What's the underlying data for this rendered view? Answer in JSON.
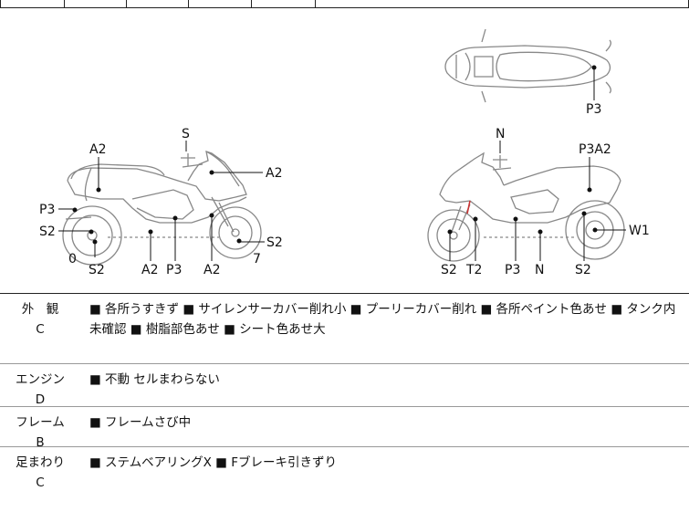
{
  "diagram": {
    "side_left_labels": {
      "a2_top": "A2",
      "s_top": "S",
      "a2_right": "A2",
      "p3_left": "P3",
      "s2_left": "S2",
      "s2_right": "S2",
      "zero": "0",
      "s2_bottom": "S2",
      "a2_bottom1": "A2",
      "p3_bottom": "P3",
      "a2_bottom2": "A2",
      "seven": "7"
    },
    "side_right_labels": {
      "n_top": "N",
      "p3a2_top": "P3A2",
      "w1": "W1",
      "s2_b": "S2",
      "t2": "T2",
      "p3_b": "P3",
      "n_b": "N",
      "s2_b2": "S2"
    },
    "top_view_labels": {
      "p3": "P3"
    }
  },
  "rows": [
    {
      "category": "外　観",
      "grade": "C",
      "text": "■ 各所うすきず ■ サイレンサーカバー削れ小 ■ プーリーカバー削れ ■ 各所ペイント色あせ ■ タンク内未確認 ■ 樹脂部色あせ ■ シート色あせ大"
    },
    {
      "category": "エンジン",
      "grade": "D",
      "text": "■ 不動 セルまわらない"
    },
    {
      "category": "フレーム",
      "grade": "B",
      "text": "■ フレームさび中"
    },
    {
      "category": "足まわり",
      "grade": "C",
      "text": "■ ステムベアリングX ■ Fブレーキ引きずり"
    }
  ]
}
